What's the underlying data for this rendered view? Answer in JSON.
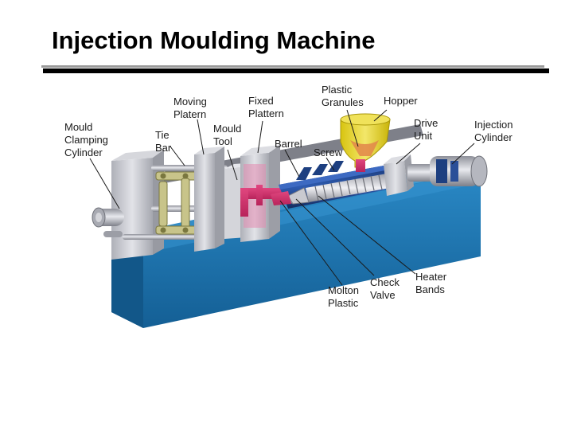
{
  "title": "Injection Moulding Machine",
  "labels": {
    "mould_clamping_cylinder": [
      "Mould",
      "Clamping",
      "Cylinder"
    ],
    "tie_bar": [
      "Tie",
      "Bar"
    ],
    "moving_platen": [
      "Moving",
      "Platern"
    ],
    "mould_tool": [
      "Mould",
      "Tool"
    ],
    "fixed_platen": [
      "Fixed",
      "Plattern"
    ],
    "barrel": [
      "Barrel"
    ],
    "plastic_granules": [
      "Plastic",
      "Granules"
    ],
    "hopper": [
      "Hopper"
    ],
    "screw": [
      "Screw"
    ],
    "drive_unit": [
      "Drive",
      "Unit"
    ],
    "injection_cylinder": [
      "Injection",
      "Cylinder"
    ],
    "molton_plastic": [
      "Molton",
      "Plastic"
    ],
    "check_valve": [
      "Check",
      "Valve"
    ],
    "heater_bands": [
      "Heater",
      "Bands"
    ]
  },
  "colors": {
    "base_blue": "#1f7bb8",
    "platen_grey": "#c9c9cf",
    "plastic_magenta": "#d0336e",
    "hopper_yellow": "#e6d21a",
    "tiebar_khaki": "#c8c48a"
  }
}
